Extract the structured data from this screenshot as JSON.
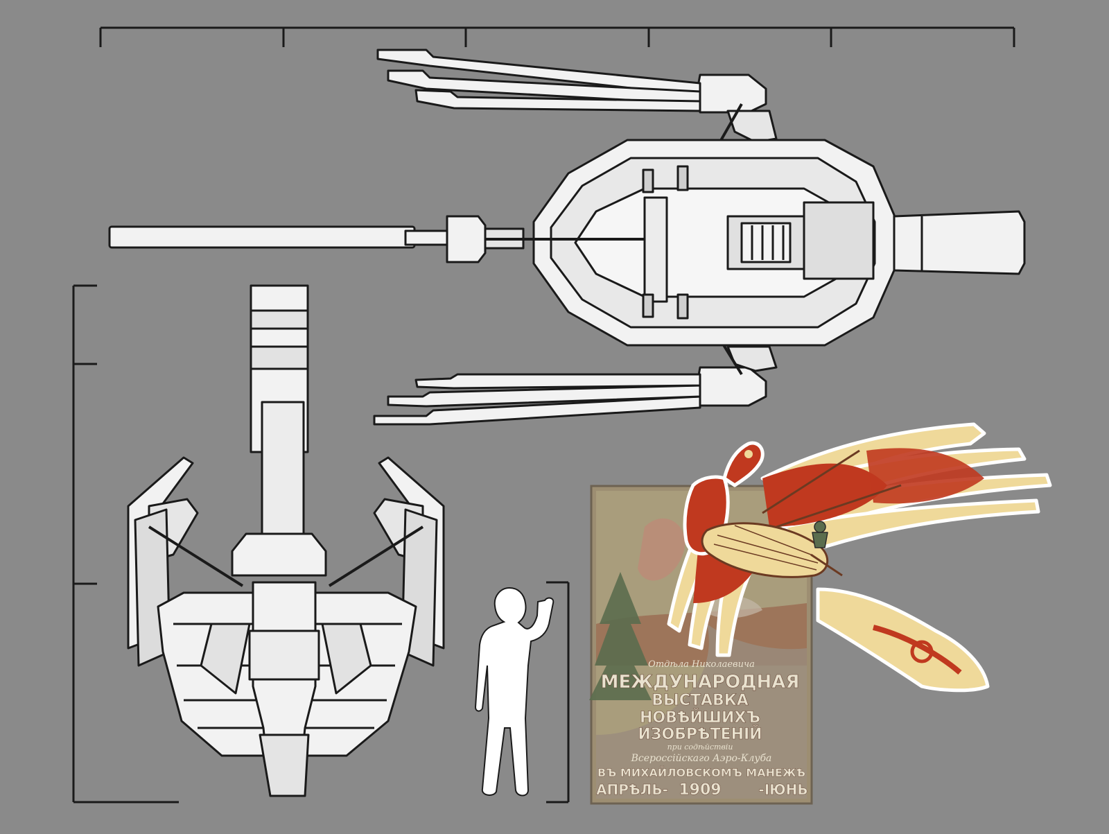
{
  "colors": {
    "background": "#8a8a8a",
    "ink": "#1a1a1a",
    "hull_white": "#f2f2f2",
    "poster_red": "#b8331f",
    "poster_cream": "#efd99a",
    "poster_green": "#4f6a3a"
  },
  "poster": {
    "line1": "Отдѣла Николаевича",
    "line2": "МЕЖДУНАРОДНАЯ",
    "line3": "ВЫСТАВКА",
    "line4": "НОВѢЙШИХЪ",
    "line5": "ИЗОБРѢТЕНІЙ",
    "line6": "при содѣйствіи",
    "line7": "Всероссійскаго Аэро-Клуба",
    "line8": "ВЪ МИХАЙЛОВСКОМЪ МАНЕЖѢ",
    "line9_left": "АПРѢЛЬ-",
    "line9_year": "1909",
    "line9_right": "-ІЮНЬ"
  }
}
